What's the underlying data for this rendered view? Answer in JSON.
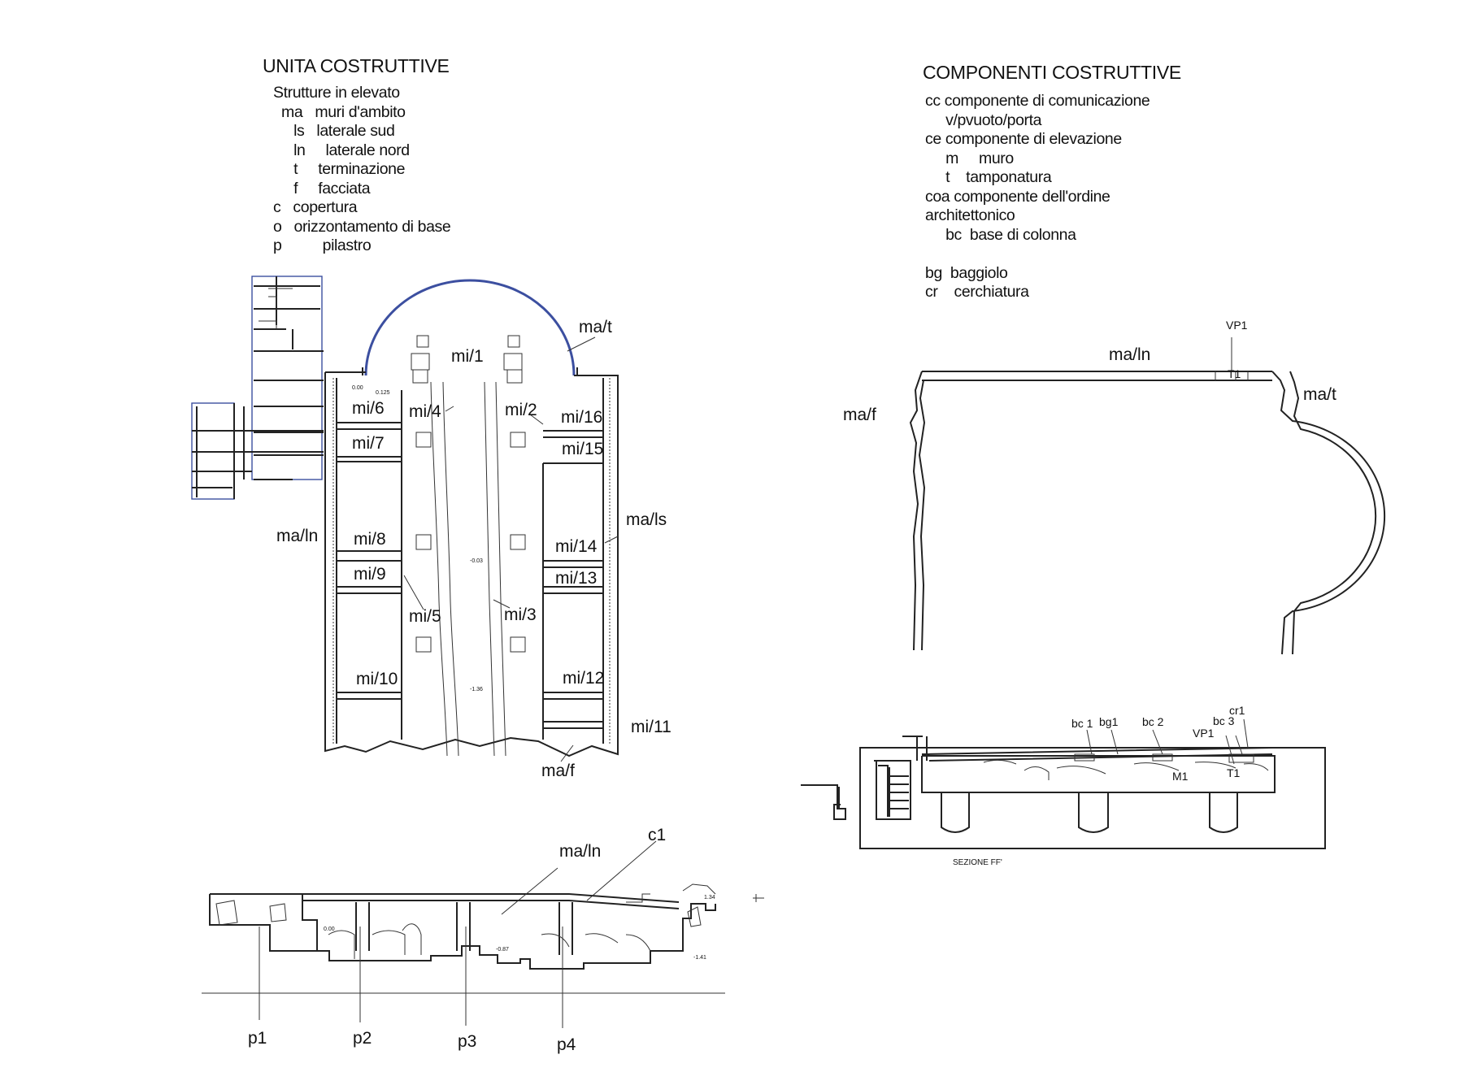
{
  "left_legend": {
    "title": "UNITA COSTRUTTIVE",
    "lines": [
      "Strutture in elevato",
      "  ma   muri d'ambito",
      "     ls   laterale sud",
      "     ln     laterale nord",
      "     t     terminazione",
      "     f     facciata",
      "c   copertura",
      "o   orizzontamento di base",
      "p          pilastro"
    ]
  },
  "right_legend": {
    "title": "COMPONENTI COSTRUTTIVE",
    "lines": [
      "cc componente di comunicazione",
      "     v/pvuoto/porta",
      "ce componente di elevazione",
      "     m     muro",
      "     t    tamponatura",
      "coa componente dell'ordine",
      "architettonico",
      "     bc  base di colonna",
      "",
      "bg  baggiolo",
      "cr    cerchiatura"
    ]
  },
  "plan_labels": {
    "mi1": "mi/1",
    "mi2": "mi/2",
    "mi3": "mi/3",
    "mi4": "mi/4",
    "mi5": "mi/5",
    "mi6": "mi/6",
    "mi7": "mi/7",
    "mi8": "mi/8",
    "mi9": "mi/9",
    "mi10": "mi/10",
    "mi11": "mi/11",
    "mi12": "mi/12",
    "mi13": "mi/13",
    "mi14": "mi/14",
    "mi15": "mi/15",
    "mi16": "mi/16",
    "ma_t": "ma/t",
    "ma_ln": "ma/ln",
    "ma_ls": "ma/ls",
    "ma_f": "ma/f",
    "q1": "0.00",
    "q2": "0.125",
    "q3": "-0.03",
    "q4": "-1.36"
  },
  "section_labels": {
    "ma_ln": "ma/ln",
    "c1": "c1",
    "p1": "p1",
    "p2": "p2",
    "p3": "p3",
    "p4": "p4",
    "q1": "0.00",
    "q2": "-0.87",
    "q3": "-1.41",
    "q4": "1.34"
  },
  "outline_labels": {
    "ma_ln": "ma/ln",
    "ma_f": "ma/f",
    "ma_t": "ma/t",
    "vp1": "VP1",
    "t1": "T1"
  },
  "sezione_labels": {
    "bc1": "bc 1",
    "bg1": "bg1",
    "bc2": "bc 2",
    "bc3": "bc 3",
    "cr1": "cr1",
    "vp1": "VP1",
    "m1": "M1",
    "t1": "T1",
    "caption": "SEZIONE FF'"
  }
}
